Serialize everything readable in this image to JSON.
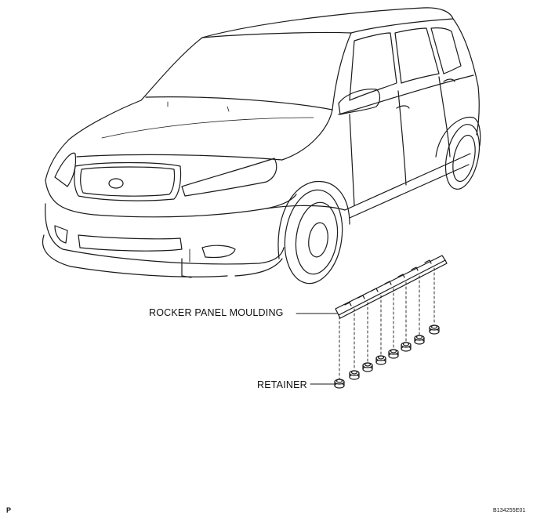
{
  "diagram": {
    "labels": {
      "moulding": "ROCKER PANEL MOULDING",
      "retainer": "RETAINER"
    },
    "corner_mark": "P",
    "figure_code": "B134255E01",
    "retainer_count": 8
  }
}
